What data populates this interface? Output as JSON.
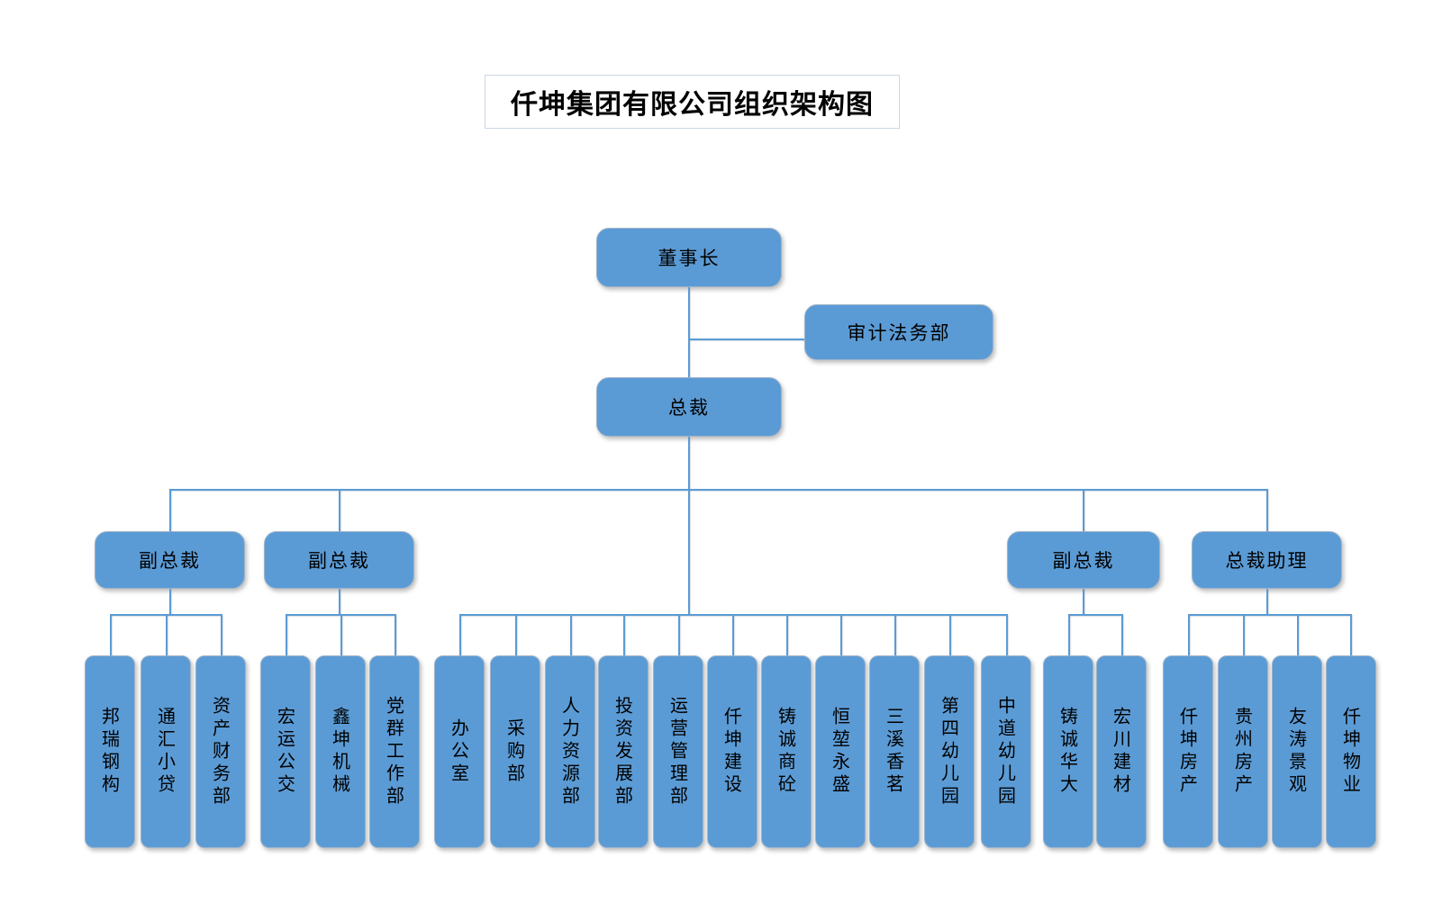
{
  "title": "仟坤集团有限公司组织架构图",
  "colors": {
    "node_fill": "#5b9bd5",
    "connector_line": "#5b9bd5",
    "node_text": "#000000",
    "title_border": "#ccd6e4"
  },
  "nodes": {
    "chairman": "董事长",
    "audit_legal": "审计法务部",
    "president": "总裁",
    "vp_left_1": "副总裁",
    "vp_left_2": "副总裁",
    "vp_right": "副总裁",
    "president_assistant": "总裁助理"
  },
  "subsidiaries": {
    "vp_left_1": [
      "邦瑞钢构",
      "通汇小贷",
      "资产财务部"
    ],
    "vp_left_2": [
      "宏运公交",
      "鑫坤机械",
      "党群工作部"
    ],
    "president": [
      "办公室",
      "采购部",
      "人力资源部",
      "投资发展部",
      "运营管理部",
      "仟坤建设",
      "铸诚商砼",
      "恒堃永盛",
      "三溪香茗",
      "第四幼儿园",
      "中道幼儿园"
    ],
    "vp_right": [
      "铸诚华大",
      "宏川建材"
    ],
    "president_assistant": [
      "仟坤房产",
      "贵州房产",
      "友涛景观",
      "仟坤物业"
    ]
  }
}
